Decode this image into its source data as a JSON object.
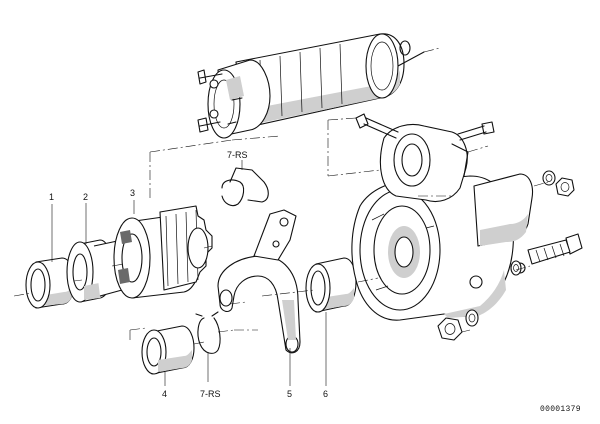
{
  "diagram": {
    "callouts": [
      {
        "id": "c1",
        "text": "1"
      },
      {
        "id": "c2",
        "text": "2"
      },
      {
        "id": "c3",
        "text": "3"
      },
      {
        "id": "c4",
        "text": "4"
      },
      {
        "id": "c5",
        "text": "5"
      },
      {
        "id": "c6",
        "text": "6"
      },
      {
        "id": "c7a",
        "text": "7-RS"
      },
      {
        "id": "c7b",
        "text": "7-RS"
      }
    ],
    "drawing_number": "00001379"
  }
}
